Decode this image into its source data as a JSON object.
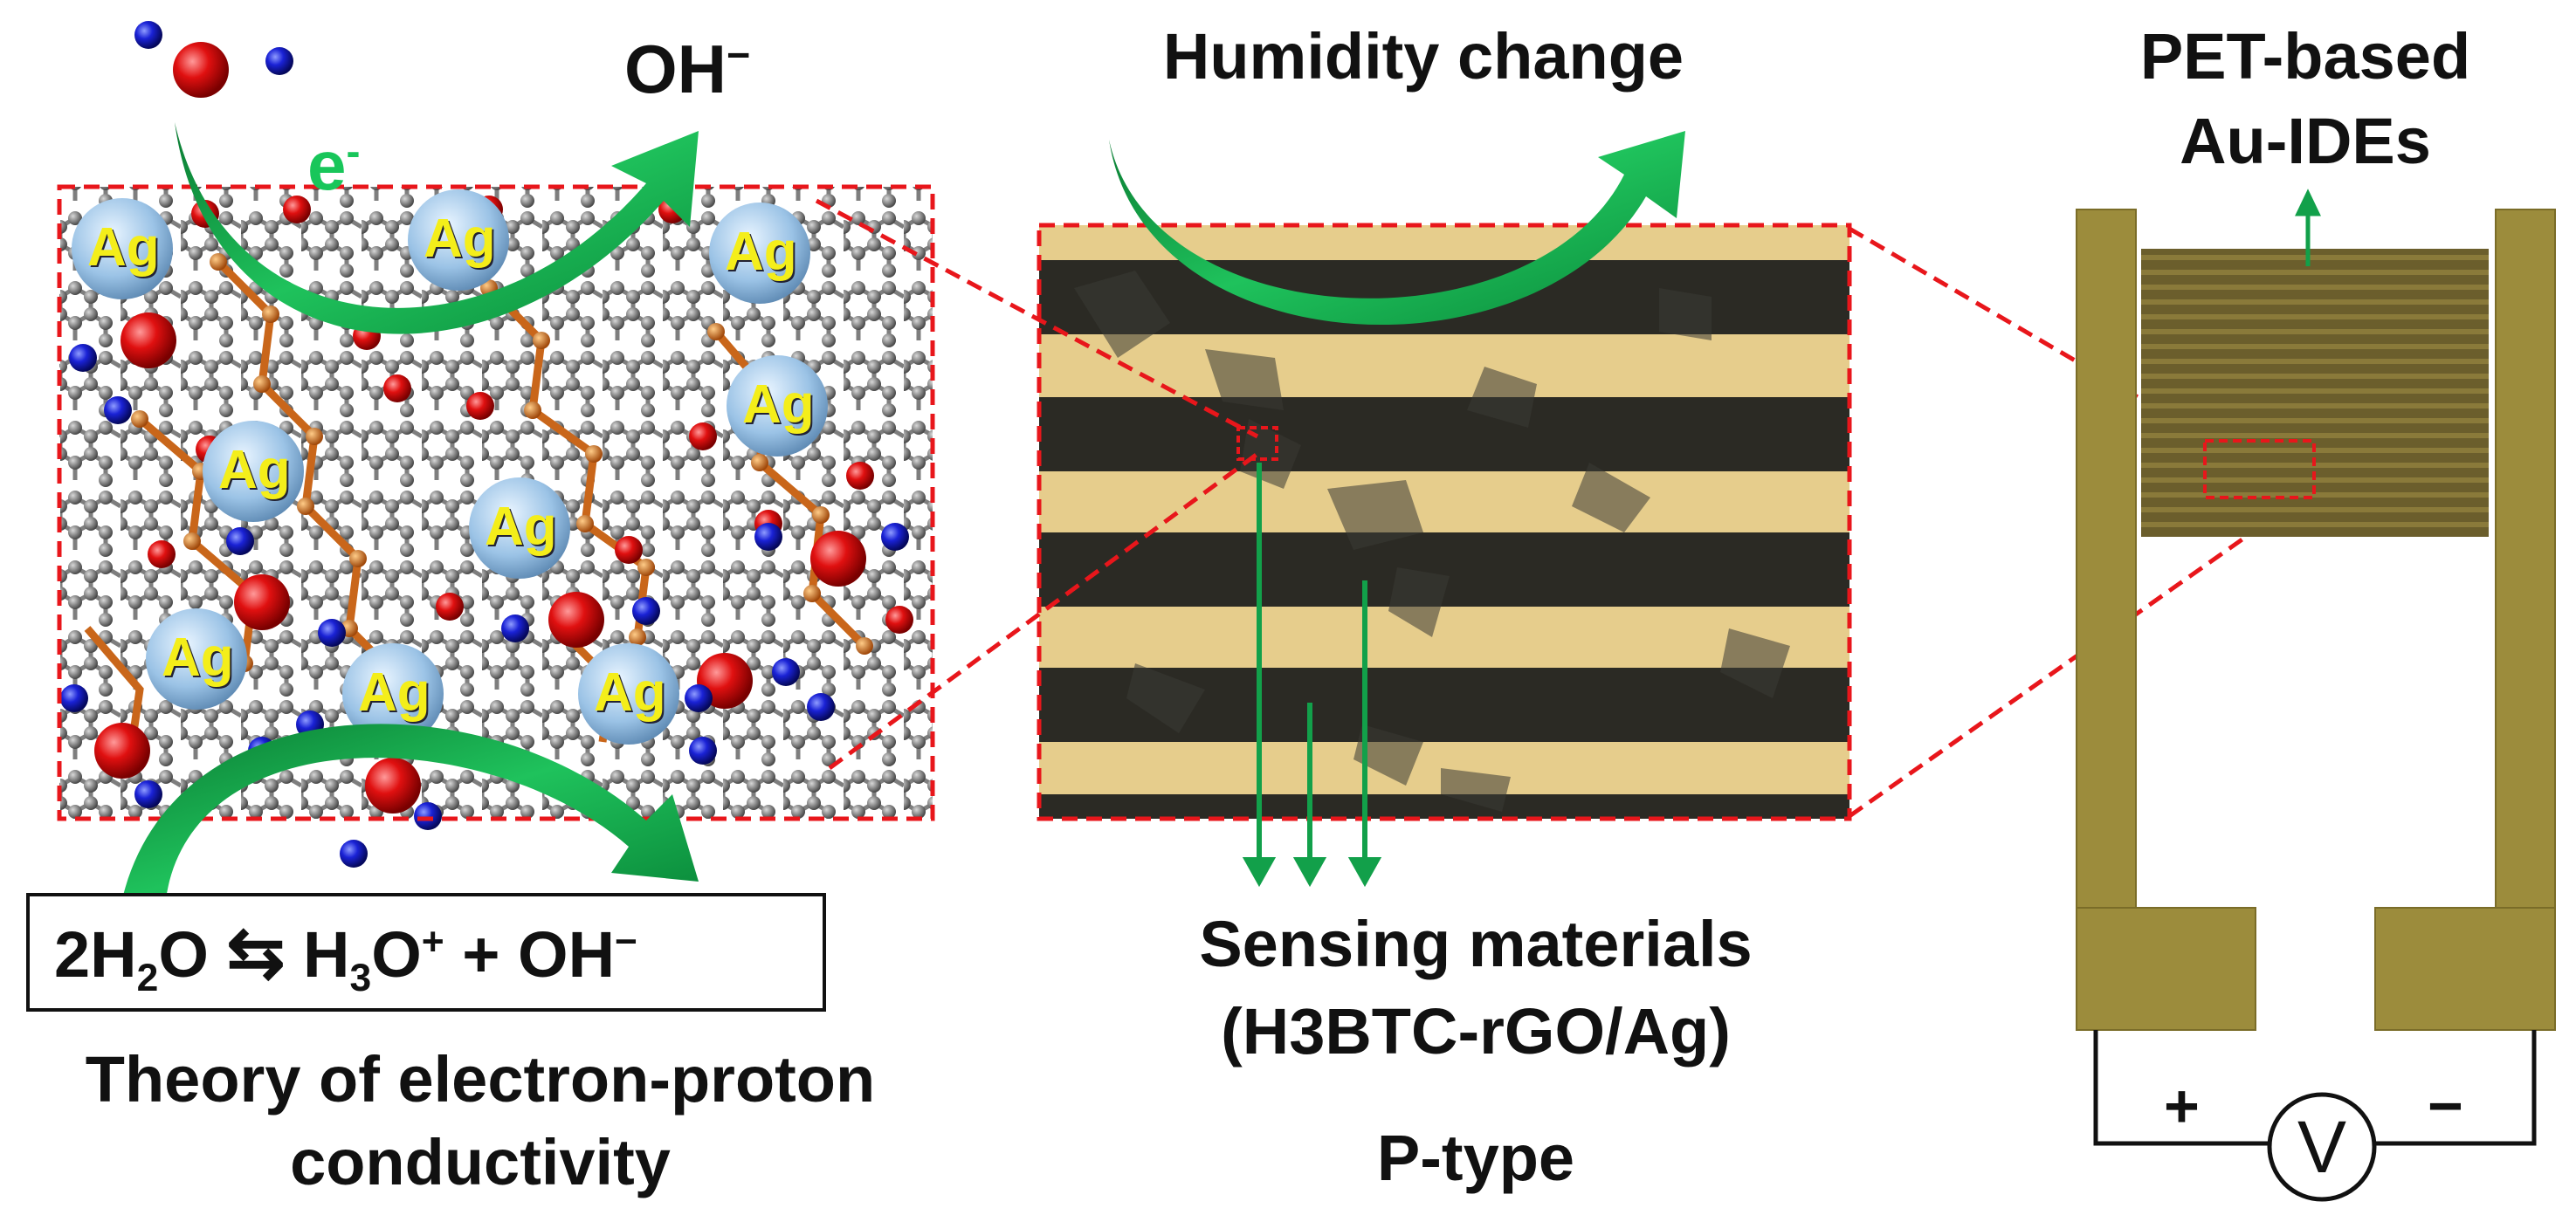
{
  "left_panel": {
    "hydroxide_label": "OH",
    "hydroxide_charge": "−",
    "electron_label": "e",
    "electron_charge": "-",
    "ag_label": "Ag",
    "equation": {
      "lhs": "2H",
      "lhs_sub": "2",
      "lhs_tail": "O",
      "arrow": "⇆",
      "rhs1": "H",
      "rhs1_sub": "3",
      "rhs1_tail": "O",
      "rhs1_charge": "+",
      "plus": "+ OH",
      "rhs2_charge": "−"
    },
    "caption_line1": "Theory of electron-proton",
    "caption_line2": "conductivity"
  },
  "middle_panel": {
    "title": "Humidity change",
    "caption_line1": "Sensing materials",
    "caption_line2": "(H3BTC-rGO/Ag)",
    "type_label": "P-type"
  },
  "right_panel": {
    "title_line1": "PET-based",
    "title_line2": "Au-IDEs",
    "plus_label": "+",
    "minus_label": "−",
    "meter_label": "V"
  },
  "colors": {
    "arrow_green": "#12a04a",
    "dashed_red": "#e8161b",
    "gold_stripe": "#e6cd8c",
    "dark_stripe": "#2b2a24",
    "substrate": "#9c8c3c",
    "ag_text": "#f4ee1a"
  }
}
